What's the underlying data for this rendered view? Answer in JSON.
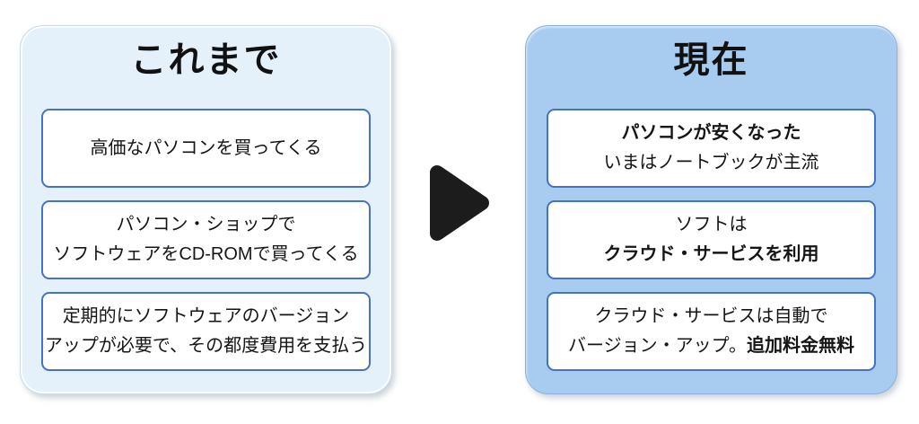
{
  "diagram": {
    "type": "before-after-comparison",
    "arrow_direction": "right"
  },
  "left_panel": {
    "title": "これまで",
    "boxes": [
      {
        "line1": "高価なパソコンを買ってくる"
      },
      {
        "line1": "パソコン・ショップで",
        "line2": "ソフトウェアをCD-ROMで買ってくる"
      },
      {
        "line1": "定期的にソフトウェアのバージョン",
        "line2": "アップが必要で、その都度費用を支払う"
      }
    ]
  },
  "right_panel": {
    "title": "現在",
    "boxes": [
      {
        "line1": "パソコンが安くなった",
        "line2": "いまはノートブックが主流"
      },
      {
        "line1": "ソフトは",
        "line2": "クラウド・サービスを利用"
      },
      {
        "line1": "クラウド・サービスは自動で",
        "line2_part1": "バージョン・アップ。",
        "line2_part2": "追加料金無料"
      }
    ]
  },
  "icons": {
    "arrow": "right-triangle-icon"
  },
  "colors": {
    "page_background": "#ffffff",
    "left_panel_background": "#e4f1fb",
    "right_panel_background": "#a7ccf0",
    "inner_box_background": "#ffffff",
    "inner_box_border": "#4472c4",
    "text": "#151515",
    "arrow": "#1c1c1c"
  }
}
